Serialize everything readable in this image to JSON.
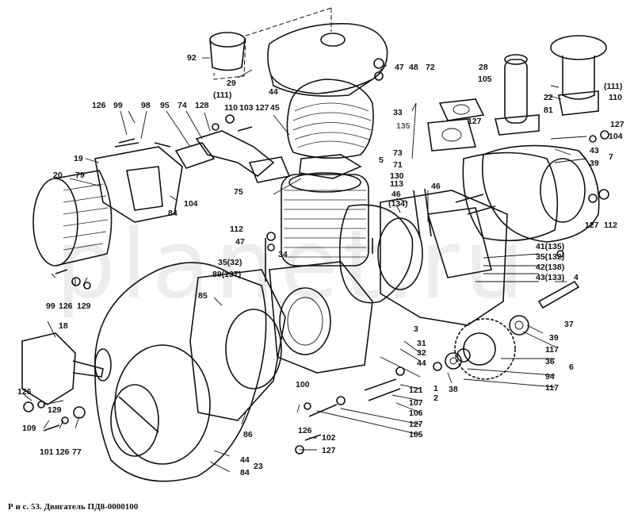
{
  "figure": {
    "caption": "Р и с. 53. Двигатель ПД8-0000100",
    "watermark": "planet.ru"
  },
  "callouts": [
    {
      "id": "92",
      "text": "92"
    },
    {
      "id": "29",
      "text": "29"
    },
    {
      "id": "47a",
      "text": "47"
    },
    {
      "id": "48",
      "text": "48"
    },
    {
      "id": "72",
      "text": "72"
    },
    {
      "id": "28",
      "text": "28"
    },
    {
      "id": "105a",
      "text": "105"
    },
    {
      "id": "111a",
      "text": "(111)"
    },
    {
      "id": "110a",
      "text": "110"
    },
    {
      "id": "22",
      "text": "22"
    },
    {
      "id": "81",
      "text": "81"
    },
    {
      "id": "127a",
      "text": "127"
    },
    {
      "id": "104a",
      "text": "104"
    },
    {
      "id": "126a",
      "text": "126"
    },
    {
      "id": "99a",
      "text": "99"
    },
    {
      "id": "98",
      "text": "98"
    },
    {
      "id": "95",
      "text": "95"
    },
    {
      "id": "74",
      "text": "74"
    },
    {
      "id": "128",
      "text": "128"
    },
    {
      "id": "111b",
      "text": "(111)"
    },
    {
      "id": "110b",
      "text": "110"
    },
    {
      "id": "103",
      "text": "103"
    },
    {
      "id": "127b",
      "text": "127"
    },
    {
      "id": "45a",
      "text": "45"
    },
    {
      "id": "44a",
      "text": "44"
    },
    {
      "id": "33",
      "text": "33"
    },
    {
      "id": "135",
      "text": "135"
    },
    {
      "id": "73",
      "text": "73"
    },
    {
      "id": "71",
      "text": "71"
    },
    {
      "id": "5",
      "text": "5"
    },
    {
      "id": "130",
      "text": "130"
    },
    {
      "id": "113",
      "text": "113"
    },
    {
      "id": "46a",
      "text": "46"
    },
    {
      "id": "134",
      "text": "(134)"
    },
    {
      "id": "46b",
      "text": "46"
    },
    {
      "id": "127c",
      "text": "127"
    },
    {
      "id": "43a",
      "text": "43"
    },
    {
      "id": "7",
      "text": "7"
    },
    {
      "id": "39a",
      "text": "39"
    },
    {
      "id": "19",
      "text": "19"
    },
    {
      "id": "20",
      "text": "20"
    },
    {
      "id": "79",
      "text": "79"
    },
    {
      "id": "104b",
      "text": "104"
    },
    {
      "id": "84a",
      "text": "84"
    },
    {
      "id": "75",
      "text": "75"
    },
    {
      "id": "127d",
      "text": "127"
    },
    {
      "id": "112a",
      "text": "112"
    },
    {
      "id": "112b",
      "text": "112"
    },
    {
      "id": "47b",
      "text": "47"
    },
    {
      "id": "34",
      "text": "34"
    },
    {
      "id": "35a",
      "text": "35(32)"
    },
    {
      "id": "89",
      "text": "89(137)"
    },
    {
      "id": "41",
      "text": "41(135)"
    },
    {
      "id": "35b",
      "text": "35(132)"
    },
    {
      "id": "42",
      "text": "42(138)"
    },
    {
      "id": "43b",
      "text": "43(133)"
    },
    {
      "id": "4",
      "text": "4"
    },
    {
      "id": "99b",
      "text": "99"
    },
    {
      "id": "126b",
      "text": "126"
    },
    {
      "id": "129a",
      "text": "129"
    },
    {
      "id": "85",
      "text": "85"
    },
    {
      "id": "37",
      "text": "37"
    },
    {
      "id": "39b",
      "text": "39"
    },
    {
      "id": "3",
      "text": "3"
    },
    {
      "id": "18",
      "text": "18"
    },
    {
      "id": "31",
      "text": "31"
    },
    {
      "id": "32",
      "text": "32"
    },
    {
      "id": "44b",
      "text": "44"
    },
    {
      "id": "117a",
      "text": "117"
    },
    {
      "id": "36",
      "text": "36"
    },
    {
      "id": "6",
      "text": "6"
    },
    {
      "id": "94",
      "text": "94"
    },
    {
      "id": "117b",
      "text": "117"
    },
    {
      "id": "38",
      "text": "38"
    },
    {
      "id": "126c",
      "text": "126"
    },
    {
      "id": "129b",
      "text": "129"
    },
    {
      "id": "100",
      "text": "100"
    },
    {
      "id": "121",
      "text": "121"
    },
    {
      "id": "1",
      "text": "1"
    },
    {
      "id": "107",
      "text": "107"
    },
    {
      "id": "2",
      "text": "2"
    },
    {
      "id": "106",
      "text": "106"
    },
    {
      "id": "109",
      "text": "109"
    },
    {
      "id": "126d",
      "text": "126"
    },
    {
      "id": "127e",
      "text": "127"
    },
    {
      "id": "105b",
      "text": "105"
    },
    {
      "id": "101",
      "text": "101"
    },
    {
      "id": "126e",
      "text": "126"
    },
    {
      "id": "77",
      "text": "77"
    },
    {
      "id": "86",
      "text": "86"
    },
    {
      "id": "102",
      "text": "102"
    },
    {
      "id": "127f",
      "text": "127"
    },
    {
      "id": "44c",
      "text": "44"
    },
    {
      "id": "23",
      "text": "23"
    },
    {
      "id": "84b",
      "text": "84"
    }
  ]
}
